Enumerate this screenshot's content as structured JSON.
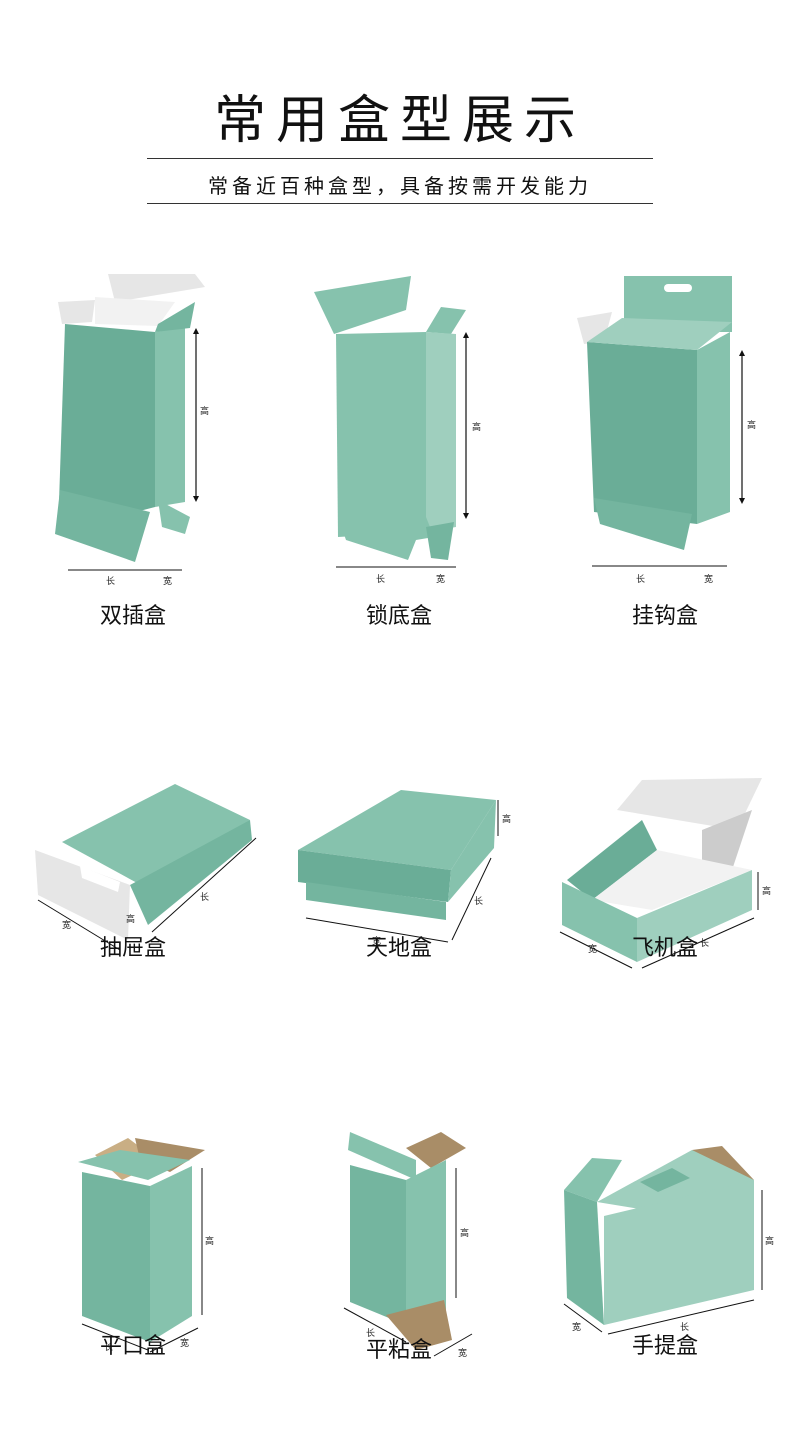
{
  "header": {
    "title": "常用盒型展示",
    "subtitle": "常备近百种盒型，具备按需开发能力"
  },
  "colors": {
    "box_light": "#86c2ad",
    "box_mid": "#74b59f",
    "box_dark": "#6aad97",
    "inner_gray": "#e6e6e6",
    "kraft": "#a98d67"
  },
  "boxes": [
    {
      "name": "双插盒",
      "dims": {
        "length": "长",
        "width": "宽",
        "height": "高"
      }
    },
    {
      "name": "锁底盒",
      "dims": {
        "length": "长",
        "width": "宽",
        "height": "高"
      }
    },
    {
      "name": "挂钩盒",
      "dims": {
        "length": "长",
        "width": "宽",
        "height": "高"
      }
    },
    {
      "name": "抽屉盒",
      "dims": {
        "length": "长",
        "width": "宽",
        "height": "高"
      }
    },
    {
      "name": "天地盒",
      "dims": {
        "length": "长",
        "width": "宽",
        "height": "高"
      }
    },
    {
      "name": "飞机盒",
      "dims": {
        "length": "长",
        "width": "宽",
        "height": "高"
      }
    },
    {
      "name": "平口盒",
      "dims": {
        "length": "长",
        "width": "宽",
        "height": "高"
      }
    },
    {
      "name": "平粘盒",
      "dims": {
        "length": "长",
        "width": "宽",
        "height": "高"
      }
    },
    {
      "name": "手提盒",
      "dims": {
        "length": "长",
        "width": "宽",
        "height": "高"
      }
    }
  ]
}
